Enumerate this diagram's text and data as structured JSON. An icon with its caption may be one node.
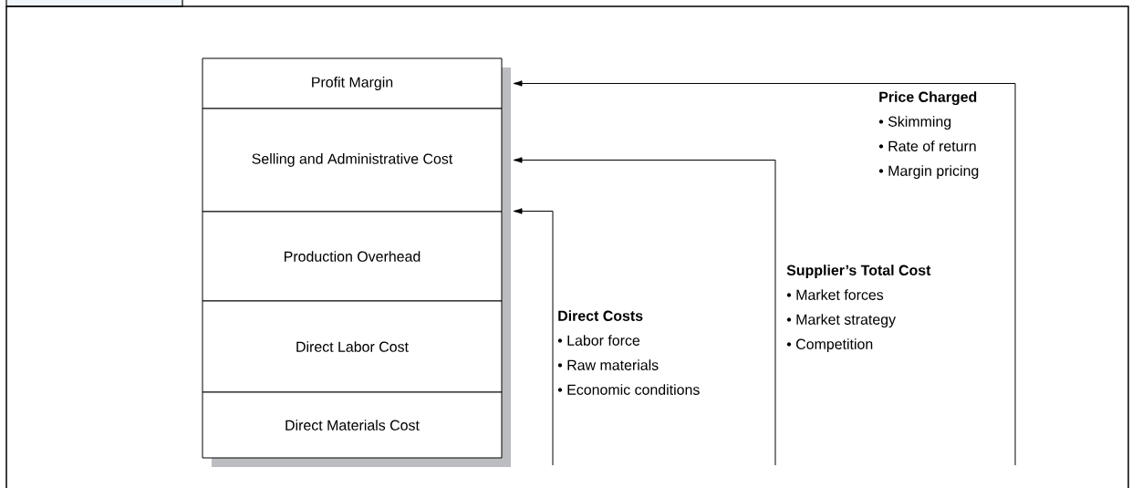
{
  "diagram": {
    "nodes": [
      {
        "text": [
          "Profit Margin"
        ]
      },
      {
        "text": [
          "Selling and Administrative Cost"
        ]
      },
      {
        "text": [
          "Production Overhead"
        ]
      },
      {
        "text": [
          "Direct Labor Cost"
        ]
      },
      {
        "text": [
          "Direct Materials Cost"
        ]
      }
    ],
    "edges": [
      {
        "from": null,
        "to": 0,
        "arrow": "to"
      },
      {
        "from": null,
        "to": 1,
        "arrow": "to"
      },
      {
        "from": null,
        "to": 2,
        "arrow": "to"
      }
    ],
    "labels": [
      "Price Charged",
      "• Skimming",
      "• Rate of return",
      "• Margin pricing",
      "Supplier’s Total Cost",
      "• Market forces",
      "• Market strategy",
      "• Competition",
      "Direct Costs",
      "• Labor force",
      "• Raw materials",
      "• Economic conditions"
    ]
  }
}
